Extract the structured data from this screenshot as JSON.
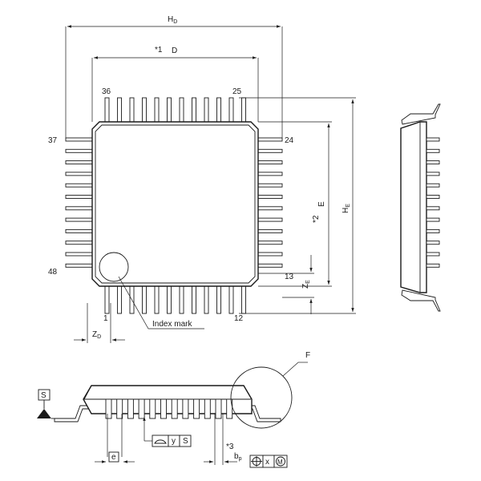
{
  "labels": {
    "hd": "H",
    "hd_sub": "D",
    "star1": "*1",
    "d": "D",
    "pin36": "36",
    "pin25": "25",
    "pin37": "37",
    "pin24": "24",
    "pin48": "48",
    "pin13": "13",
    "pin1": "1",
    "pin12": "12",
    "e": "E",
    "star2": "*2",
    "he": "H",
    "he_sub": "E",
    "ze": "Z",
    "ze_sub": "E",
    "zd": "Z",
    "zd_sub": "D",
    "index_mark": "Index mark",
    "f": "F",
    "s_datum": "S",
    "y_tol": "y",
    "s_ref": "S",
    "e_pitch": "e",
    "star3": "*3",
    "bp": "b",
    "bp_sub": "p",
    "x_tol": "x",
    "m_mod": "M"
  }
}
